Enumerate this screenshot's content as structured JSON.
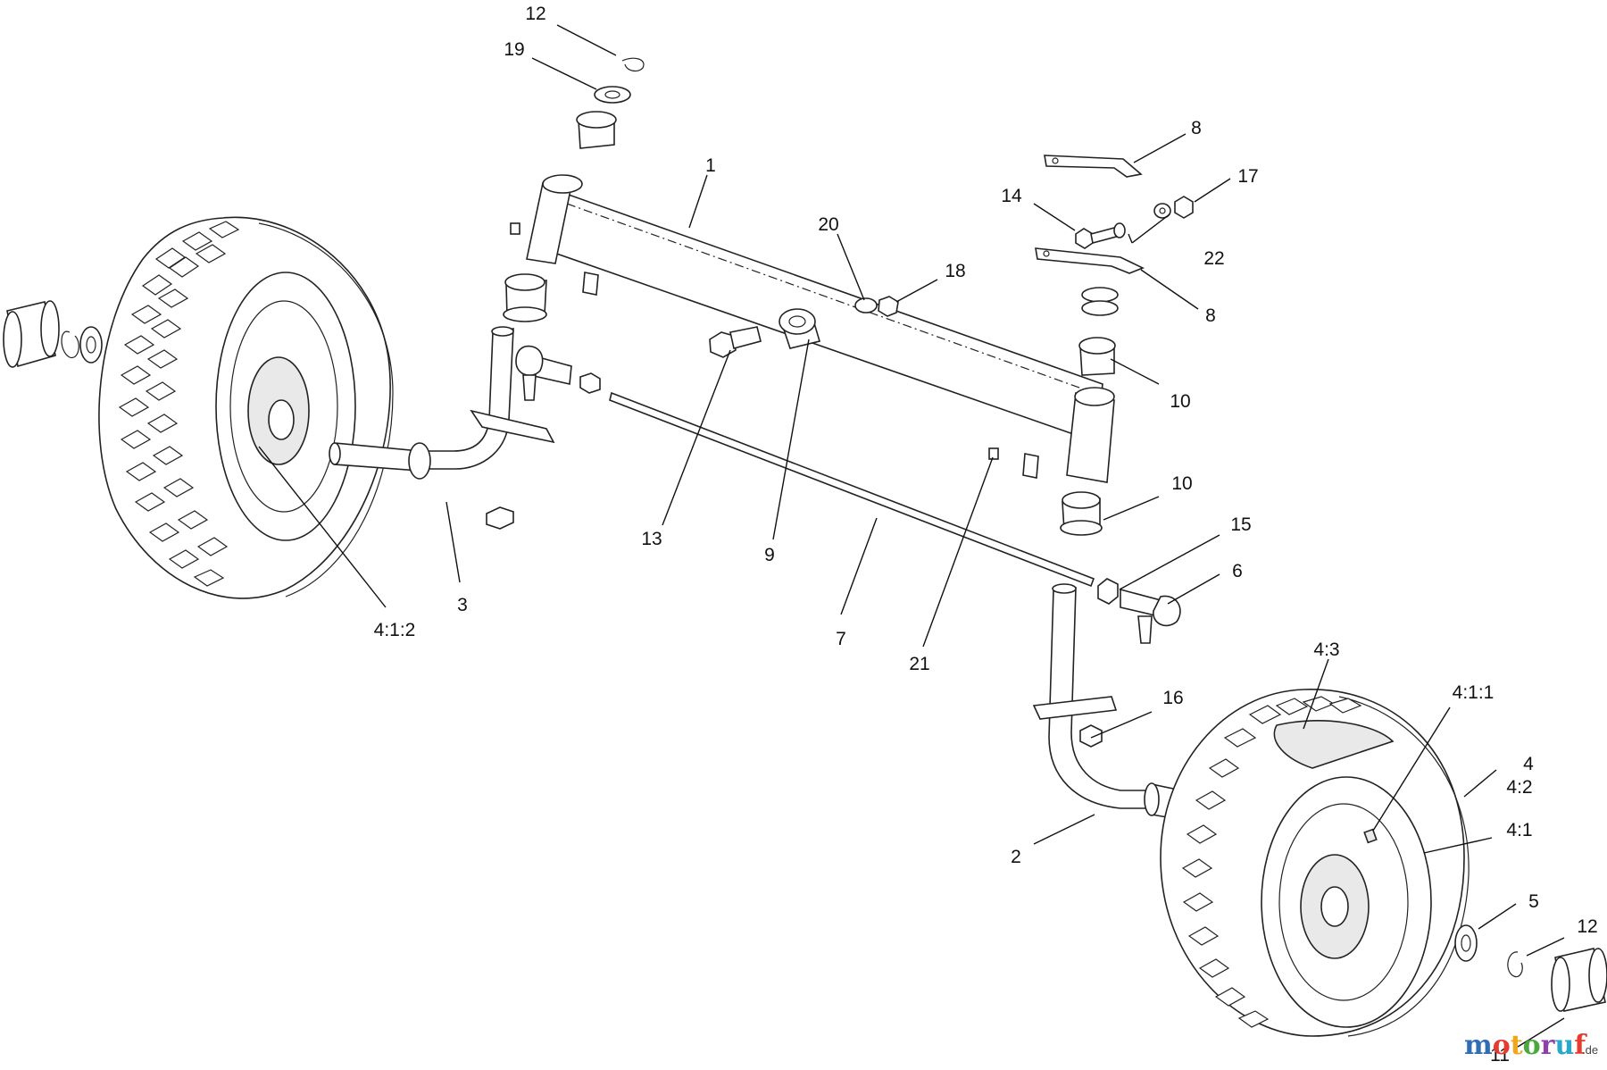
{
  "diagram": {
    "callouts": [
      {
        "id": "c-12-top",
        "label": "12"
      },
      {
        "id": "c-19",
        "label": "19"
      },
      {
        "id": "c-1",
        "label": "1"
      },
      {
        "id": "c-8-top",
        "label": "8"
      },
      {
        "id": "c-17",
        "label": "17"
      },
      {
        "id": "c-14",
        "label": "14"
      },
      {
        "id": "c-22",
        "label": "22"
      },
      {
        "id": "c-20",
        "label": "20"
      },
      {
        "id": "c-18",
        "label": "18"
      },
      {
        "id": "c-8-bottom",
        "label": "8"
      },
      {
        "id": "c-10-top",
        "label": "10"
      },
      {
        "id": "c-10-bottom",
        "label": "10"
      },
      {
        "id": "c-15",
        "label": "15"
      },
      {
        "id": "c-6",
        "label": "6"
      },
      {
        "id": "c-13",
        "label": "13"
      },
      {
        "id": "c-9",
        "label": "9"
      },
      {
        "id": "c-3",
        "label": "3"
      },
      {
        "id": "c-4-1-2",
        "label": "4:1:2"
      },
      {
        "id": "c-7",
        "label": "7"
      },
      {
        "id": "c-21",
        "label": "21"
      },
      {
        "id": "c-4-3",
        "label": "4:3"
      },
      {
        "id": "c-4-1-1",
        "label": "4:1:1"
      },
      {
        "id": "c-16",
        "label": "16"
      },
      {
        "id": "c-4",
        "label": "4"
      },
      {
        "id": "c-4-2",
        "label": "4:2"
      },
      {
        "id": "c-4-1",
        "label": "4:1"
      },
      {
        "id": "c-2",
        "label": "2"
      },
      {
        "id": "c-5",
        "label": "5"
      },
      {
        "id": "c-12-bottom",
        "label": "12"
      },
      {
        "id": "c-11",
        "label": "11"
      }
    ]
  },
  "watermark": {
    "letters": [
      "m",
      "o",
      "t",
      "o",
      "r",
      "u",
      "f"
    ],
    "letter_colors": [
      "#2f6db5",
      "#e63b2e",
      "#f2a51a",
      "#4aa83d",
      "#8e3fa8",
      "#2aa7c9",
      "#e63b2e"
    ],
    "suffix": ".de"
  }
}
